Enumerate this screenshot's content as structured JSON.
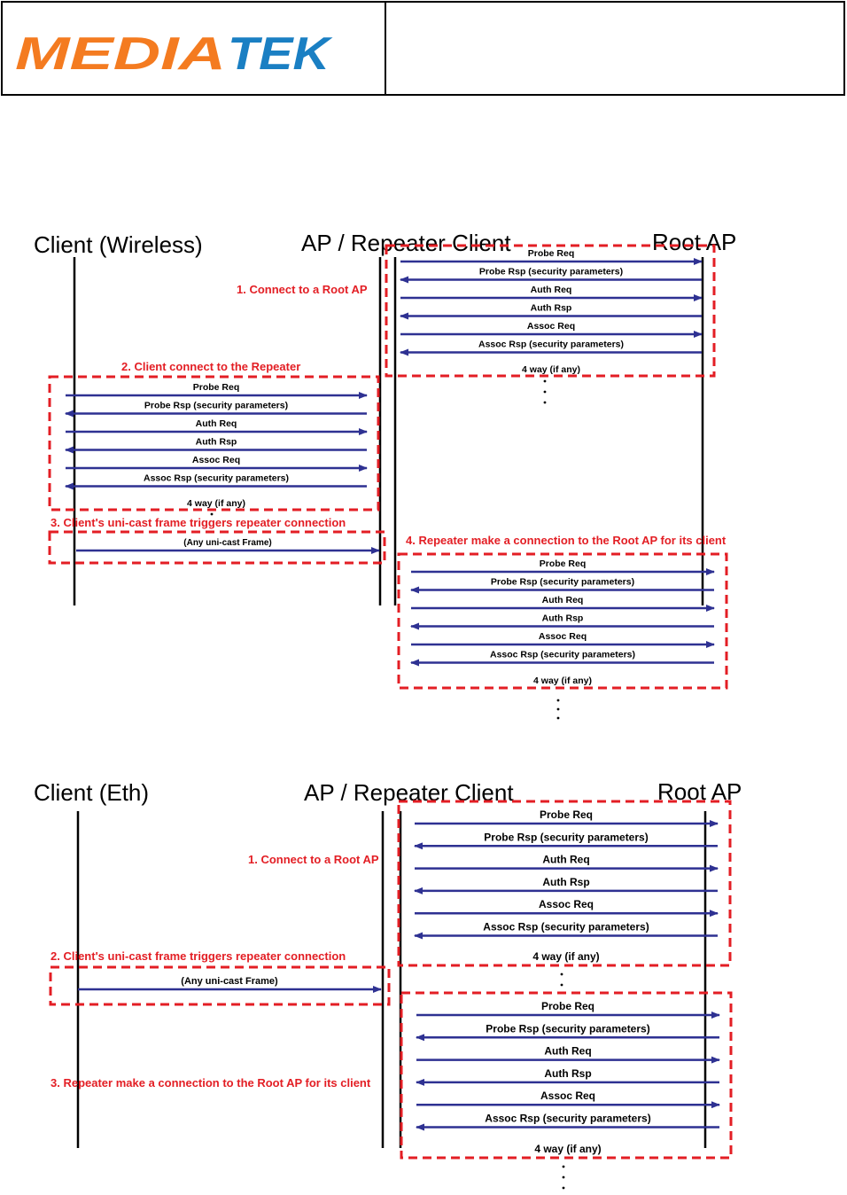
{
  "header": {
    "logo_text": "MEDIATEK",
    "logo_colors": {
      "media": "#f47b20",
      "tek": "#1a7fc3"
    }
  },
  "colors": {
    "arrow": "#2e3192",
    "box": "#e31e24",
    "label": "#e31e24",
    "line": "#000000"
  },
  "diagram1": {
    "actors": [
      "Client (Wireless)",
      "AP / Repeater Client",
      "Root AP"
    ],
    "step1": {
      "label": "1. Connect to a Root AP",
      "messages": [
        "Probe Req",
        "Probe Rsp (security parameters)",
        "Auth Req",
        "Auth Rsp",
        "Assoc Req",
        "Assoc Rsp (security parameters)",
        "4 way (if any)"
      ]
    },
    "step2": {
      "label": "2. Client connect to the Repeater",
      "messages": [
        "Probe Req",
        "Probe Rsp (security parameters)",
        "Auth Req",
        "Auth Rsp",
        "Assoc Req",
        "Assoc Rsp (security parameters)",
        "4 way (if any)"
      ]
    },
    "step3": {
      "label": "3. Client's uni-cast frame triggers repeater connection",
      "messages": [
        "(Any uni-cast Frame)"
      ]
    },
    "step4": {
      "label": "4. Repeater make a connection to the Root AP for its client",
      "messages": [
        "Probe Req",
        "Probe Rsp (security parameters)",
        "Auth Req",
        "Auth Rsp",
        "Assoc Req",
        "Assoc Rsp (security parameters)",
        "4 way (if any)"
      ]
    }
  },
  "diagram2": {
    "actors": [
      "Client (Eth)",
      "AP / Repeater Client",
      "Root AP"
    ],
    "step1": {
      "label": "1. Connect to a Root AP",
      "messages": [
        "Probe Req",
        "Probe Rsp (security parameters)",
        "Auth Req",
        "Auth Rsp",
        "Assoc Req",
        "Assoc Rsp (security parameters)",
        "4 way (if any)"
      ]
    },
    "step2": {
      "label": "2. Client's uni-cast frame triggers repeater connection",
      "messages": [
        "(Any uni-cast Frame)"
      ]
    },
    "step3": {
      "label": "3. Repeater make a connection to the Root AP for its client",
      "messages": [
        "Probe Req",
        "Probe Rsp (security parameters)",
        "Auth Req",
        "Auth Rsp",
        "Assoc Req",
        "Assoc Rsp (security parameters)",
        "4 way (if any)"
      ]
    }
  }
}
